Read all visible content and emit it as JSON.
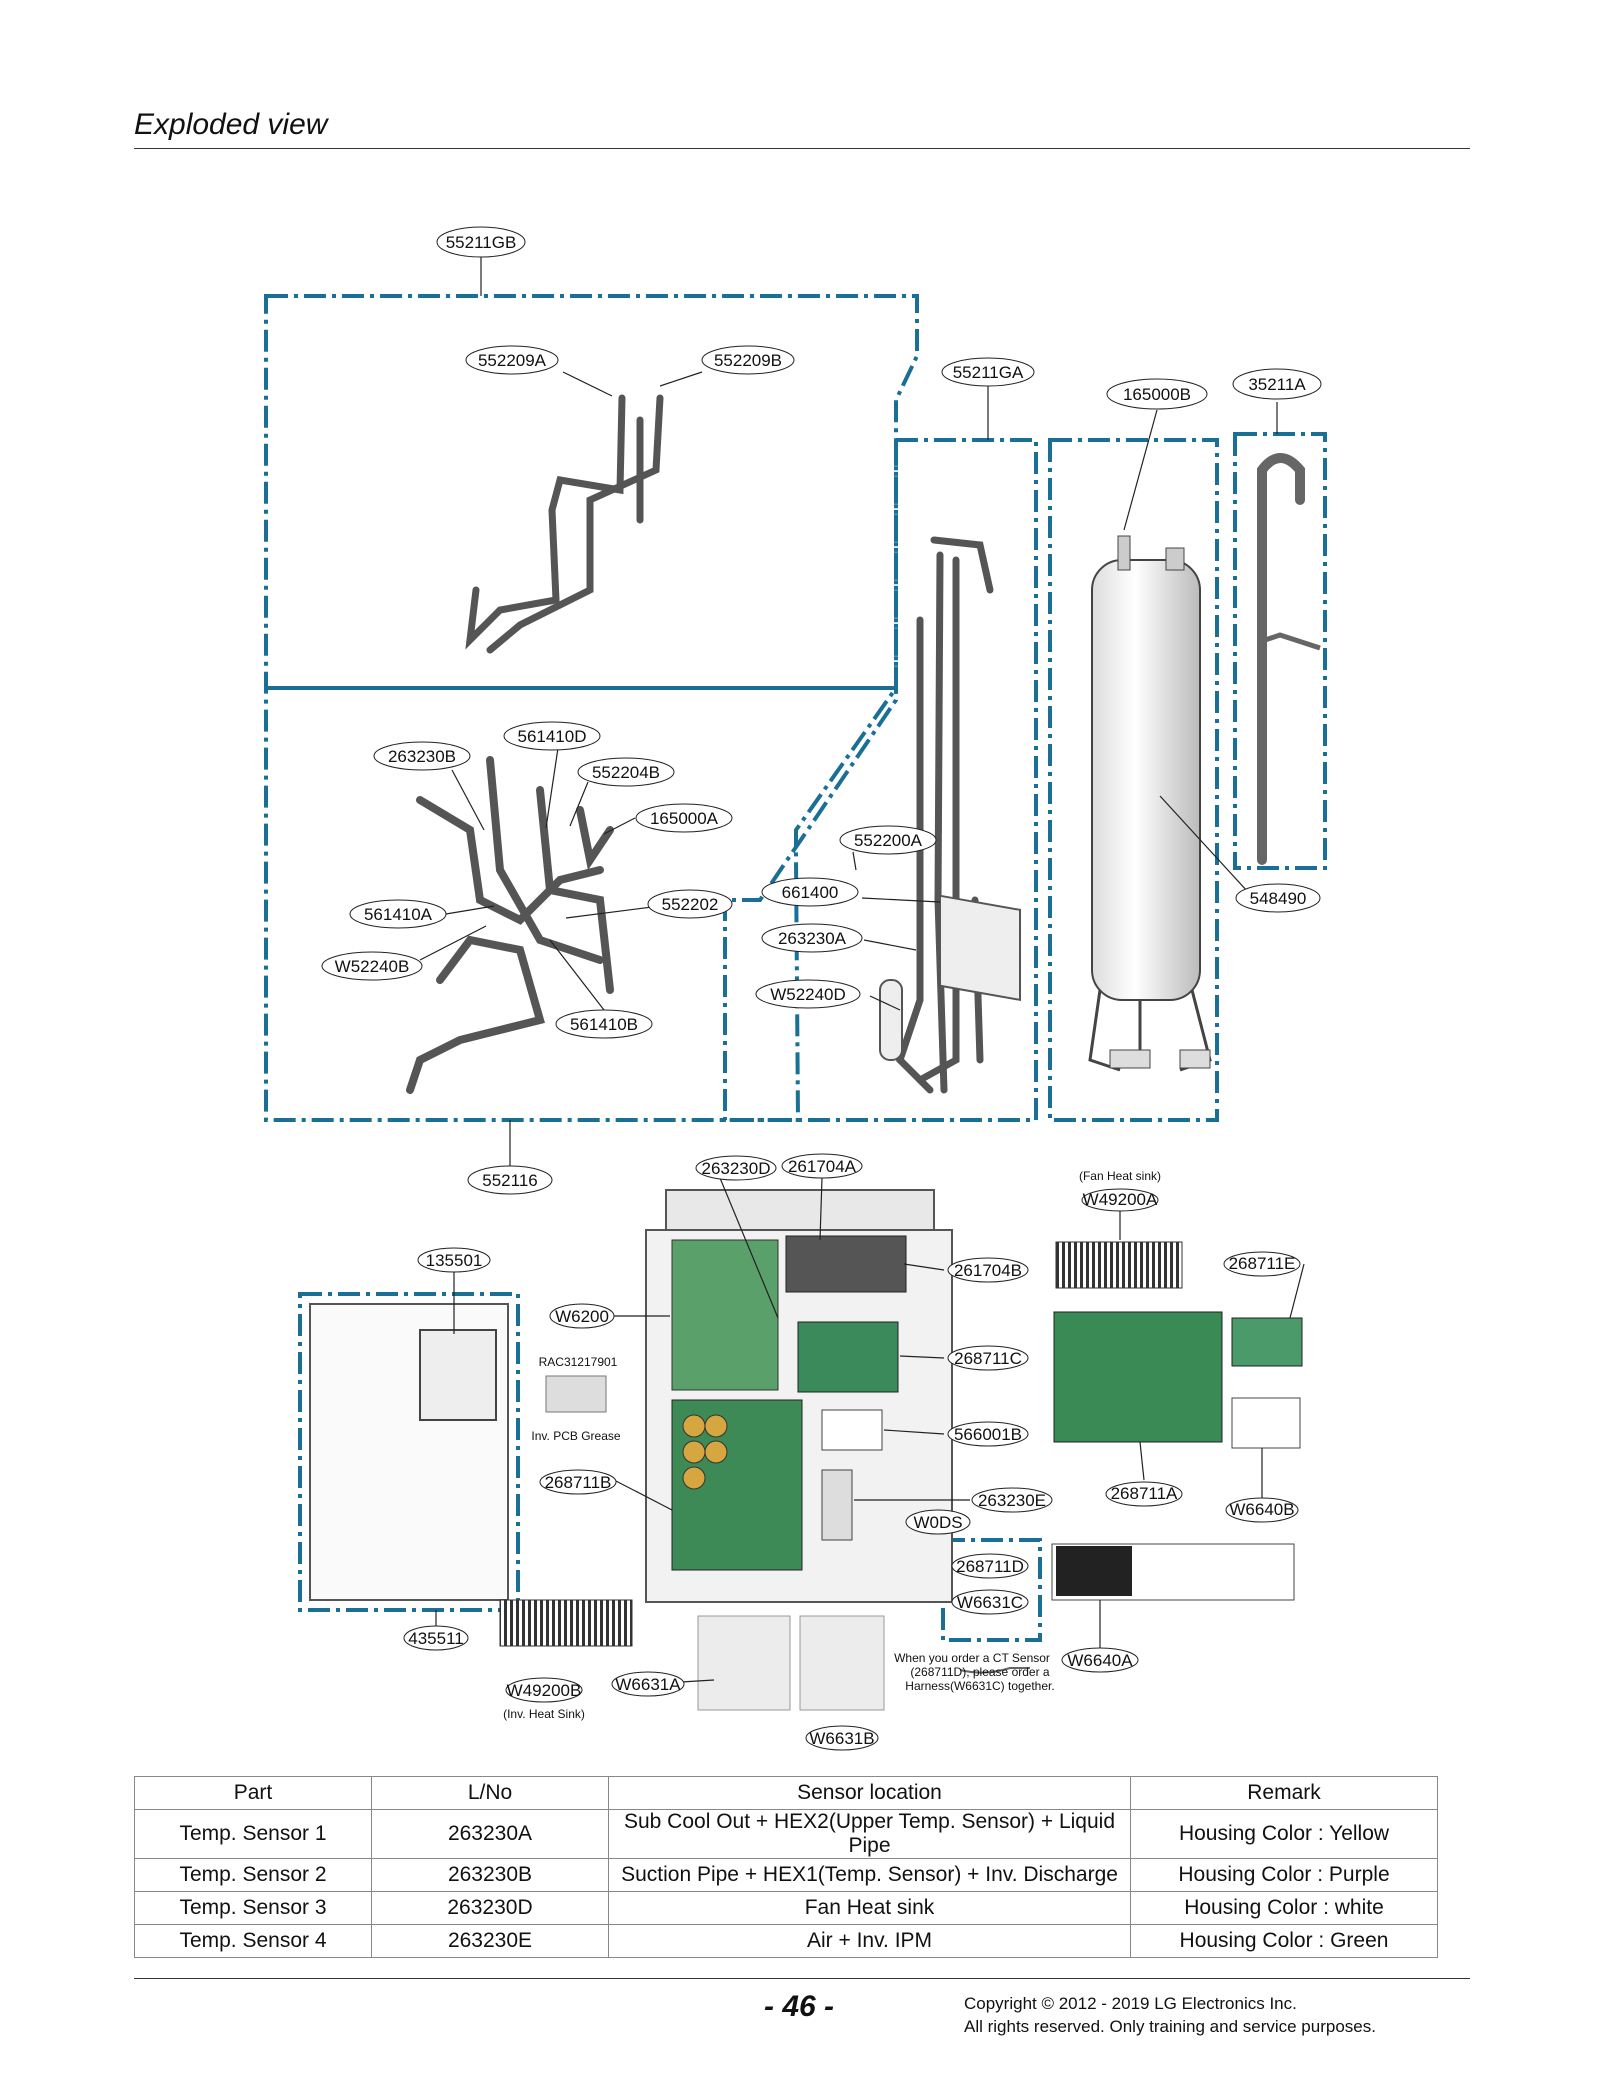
{
  "page": {
    "title": "Exploded view",
    "page_number": "- 46 -",
    "copyright": "Copyright © 2012 - 2019 LG Electronics Inc.",
    "rights": "All rights reserved. Only training and service purposes."
  },
  "callouts": {
    "c55211GB": "55211GB",
    "c552209A": "552209A",
    "c552209B": "552209B",
    "c55211GA": "55211GA",
    "c165000B": "165000B",
    "c35211A": "35211A",
    "c561410D": "561410D",
    "c263230B": "263230B",
    "c552204B": "552204B",
    "c165000A": "165000A",
    "c552200A": "552200A",
    "c661400": "661400",
    "c552202": "552202",
    "c561410A": "561410A",
    "c263230A": "263230A",
    "c548490": "548490",
    "cW52240B": "W52240B",
    "cW52240D": "W52240D",
    "c561410B": "561410B",
    "c552116": "552116",
    "c263230D": "263230D",
    "c261704A": "261704A",
    "cW49200A": "W49200A",
    "c135501": "135501",
    "c261704B": "261704B",
    "c268711E": "268711E",
    "cW6200": "W6200",
    "c268711C": "268711C",
    "c566001B": "566001B",
    "c268711B": "268711B",
    "c263230E": "263230E",
    "cW0DS": "W0DS",
    "c268711A": "268711A",
    "cW6640B": "W6640B",
    "c268711D": "268711D",
    "cW6631C": "W6631C",
    "c435511": "435511",
    "cW6640A": "W6640A",
    "cW6631A": "W6631A",
    "cW49200B": "W49200B",
    "cW6631B": "W6631B"
  },
  "notes": {
    "fan_heat_sink": "(Fan Heat sink)",
    "rac_code": "RAC31217901",
    "pcb_grease": "Inv. PCB Grease",
    "inv_heat_sink": "(Inv. Heat Sink)",
    "ct_note_1": "When you order a CT Sensor",
    "ct_note_2": "(268711D), please order a",
    "ct_note_3": "Harness(W6631C) together."
  },
  "table": {
    "headers": [
      "Part",
      "L/No",
      "Sensor location",
      "Remark"
    ],
    "rows": [
      [
        "Temp. Sensor 1",
        "263230A",
        "Sub Cool Out + HEX2(Upper Temp. Sensor) + Liquid Pipe",
        "Housing Color : Yellow"
      ],
      [
        "Temp. Sensor 2",
        "263230B",
        "Suction Pipe + HEX1(Temp. Sensor) + Inv. Discharge",
        "Housing Color : Purple"
      ],
      [
        "Temp. Sensor 3",
        "263230D",
        "Fan Heat sink",
        "Housing Color : white"
      ],
      [
        "Temp. Sensor 4",
        "263230E",
        "Air + Inv. IPM",
        "Housing Color : Green"
      ]
    ]
  },
  "colors": {
    "dash_box": "#1a6f96",
    "rule": "#333333"
  }
}
